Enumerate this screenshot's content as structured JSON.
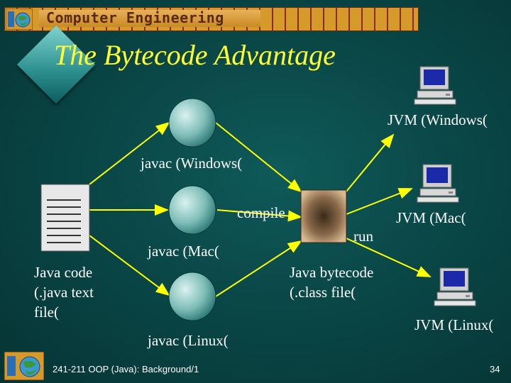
{
  "header": {
    "title": "Computer Engineering"
  },
  "slide": {
    "title": "The Bytecode Advantage"
  },
  "diagram": {
    "source_label_1": "Java code",
    "source_label_2": "(.java text",
    "source_label_3": "file(",
    "compiler_windows": "javac (Windows(",
    "compiler_mac": "javac (Mac(",
    "compiler_linux": "javac (Linux(",
    "compile_label": "compile",
    "run_label": "run",
    "bytecode_label_1": "Java bytecode",
    "bytecode_label_2": "(.class file(",
    "jvm_windows": "JVM  (Windows(",
    "jvm_mac": "JVM (Mac(",
    "jvm_linux": "JVM (Linux("
  },
  "footer": {
    "course": "241-211 OOP (Java): Background/1",
    "page": "34"
  },
  "colors": {
    "arrow": "#ffff00",
    "title": "#ffff2e",
    "background": "#0a4747"
  }
}
